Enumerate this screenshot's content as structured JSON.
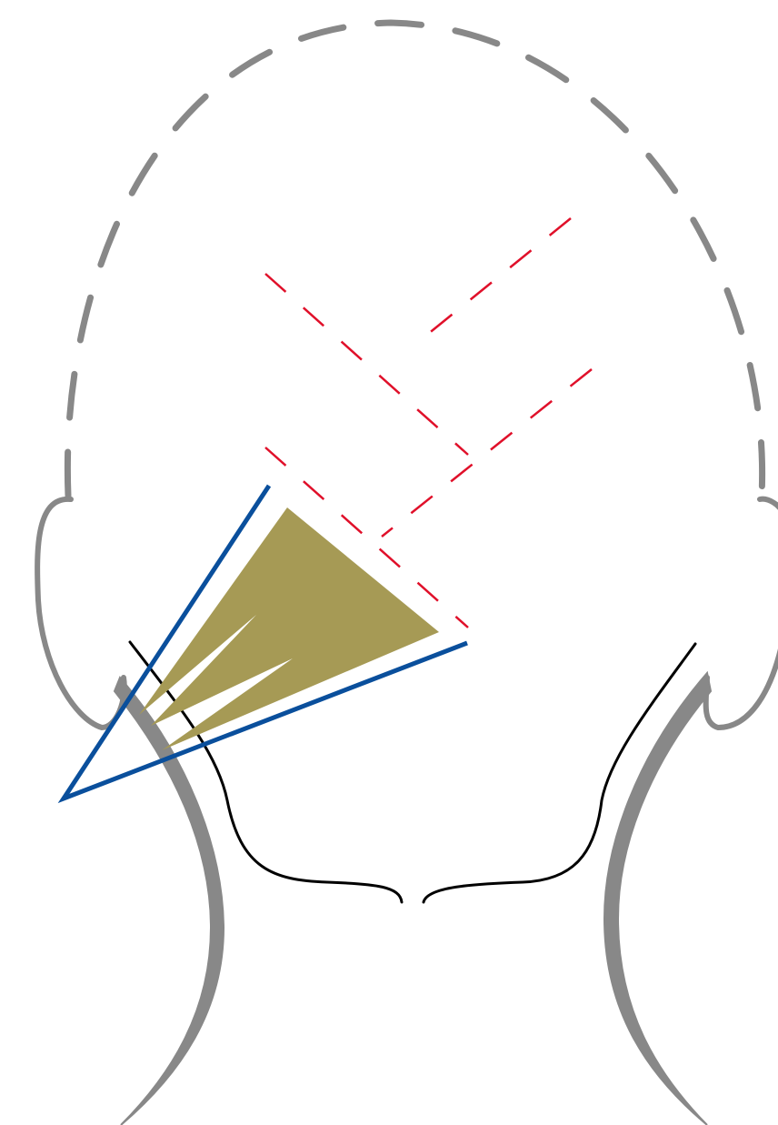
{
  "diagram": {
    "subject": "head-and-neck-outline-rear-view",
    "colors": {
      "background": "#ffffff",
      "head_outline": "#888888",
      "ears_and_neck": "#888888",
      "hairline": "#000000",
      "guide_lines": "#e0102a",
      "section_outline": "#0a4f9c",
      "section_fill": "#a69a55"
    },
    "elements": [
      "head-outline-dashed",
      "left-ear",
      "right-ear",
      "left-neck-contour",
      "right-neck-contour",
      "nape-hairline",
      "red-guide-lines",
      "blue-triangle-section",
      "olive-fan-wedge"
    ]
  }
}
